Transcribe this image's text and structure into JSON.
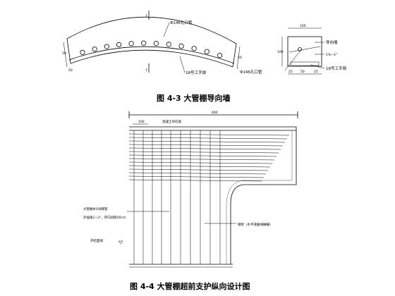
{
  "fig3": {
    "caption": "图 4-3  大管棚导向墙",
    "labels": {
      "pipe_left": "Φ146孔口管",
      "beam_left": "18号工字钢",
      "pipe_detail": "Φ146孔口管",
      "guide_wall": "导向墙",
      "slope": "1%~3°",
      "beam_detail": "18号工字钢",
      "section_mark": "I",
      "dim_top": "100",
      "dim_side": "100",
      "dim_a": "25",
      "dim_b": "50",
      "dim_c": "25",
      "dim_left1": "50",
      "dim_left2": "50",
      "dim_right": "50"
    }
  },
  "fig4": {
    "caption": "图 4-4  大管棚超前支护纵向设计图",
    "labels": {
      "overall": "400",
      "seg": "100",
      "concrete_guide": "混凝土导向墙",
      "pipe_spec": "大管棚Φ108钢管",
      "pipe_spec2": "外插角1~3°，环向间距40cm",
      "steel_mesh": "钢架（水平或曲线栅栅）",
      "excavation_line": "开挖面线"
    }
  }
}
